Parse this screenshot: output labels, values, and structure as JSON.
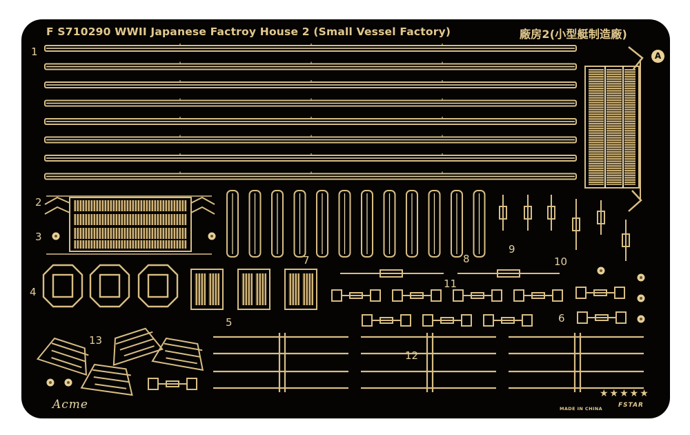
{
  "fret": {
    "title": "F S710290 WWII Japanese Factroy House 2 (Small Vessel Factory)",
    "title_cn": "廠房2(小型艇制造廠)",
    "sheet_letter": "A",
    "brand": "Acme",
    "made_in": "MADE IN CHINA",
    "maker": "FSTAR",
    "stars": "★★★★★",
    "part_numbers": [
      "1",
      "2",
      "3",
      "4",
      "5",
      "6",
      "7",
      "8",
      "9",
      "10",
      "11",
      "12",
      "13"
    ]
  },
  "colors": {
    "fret_background": "#050403",
    "brass": "#d9be84",
    "brass_light": "#f0dfb4",
    "page_background": "#ffffff"
  }
}
